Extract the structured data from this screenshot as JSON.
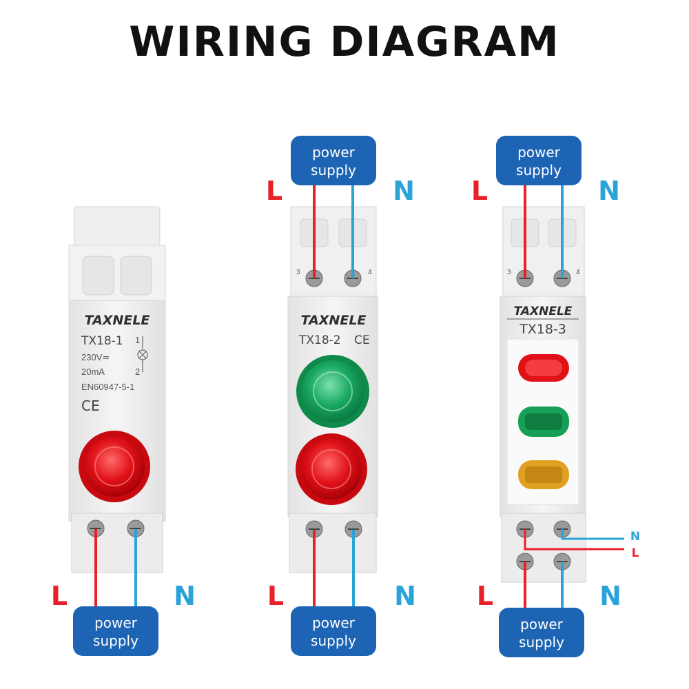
{
  "title": "WIRING DIAGRAM",
  "colors": {
    "line": "#e8202a",
    "neutral": "#2aa3d9",
    "box": "#1e64b4"
  },
  "labels": {
    "L": "L",
    "N": "N"
  },
  "supply": {
    "line1": "power",
    "line2": "supply"
  },
  "devices": [
    {
      "brand": "TAXNELE",
      "model": "TX18-1",
      "terminal_top": "1",
      "terminal_bottom": "2",
      "voltage": "230V≂",
      "current": "20mA",
      "standard": "EN60947-5-1",
      "mark": "CE",
      "lamps": [
        "red"
      ]
    },
    {
      "brand": "TAXNELE",
      "model": "TX18-2",
      "mark": "CE",
      "lamps": [
        "green",
        "red"
      ],
      "terminal_left": "3",
      "terminal_right": "4"
    },
    {
      "brand": "TAXNELE",
      "model": "TX18-3",
      "lamps": [
        "red",
        "green",
        "amber"
      ],
      "terminal_left": "3",
      "terminal_right": "4"
    }
  ]
}
